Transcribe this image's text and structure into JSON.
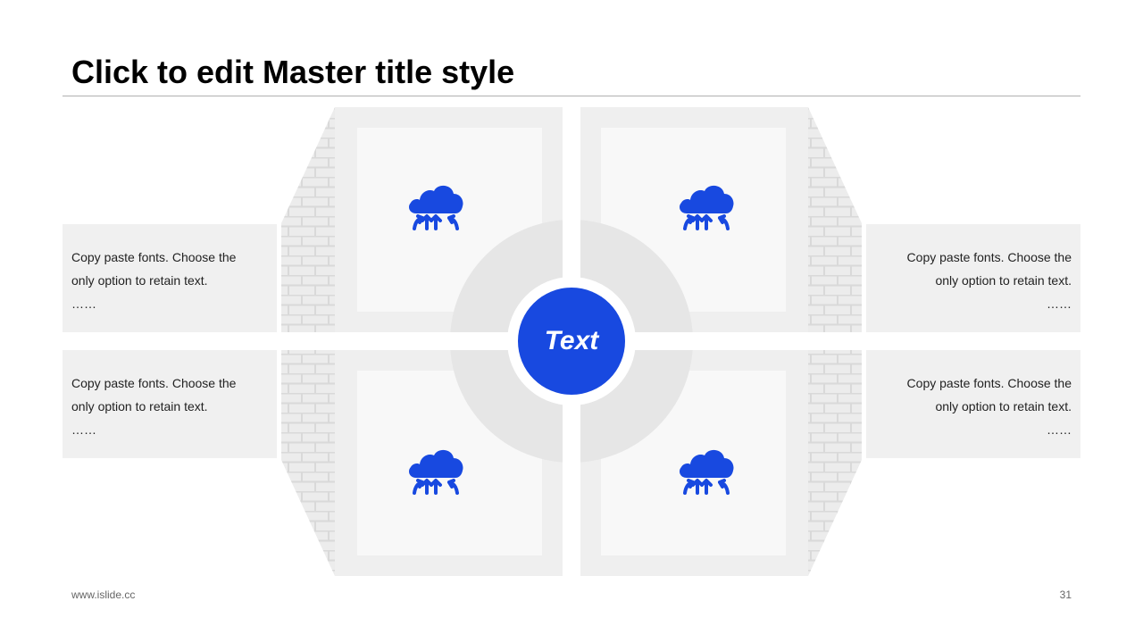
{
  "slide": {
    "title": "Click to edit Master title style",
    "center_label": "Text",
    "footer_url": "www.islide.cc",
    "page_number": "31"
  },
  "colors": {
    "accent": "#1849e0",
    "panel": "#efefef",
    "panel_edge": "#e3e3e3",
    "card": "#f8f8f8"
  },
  "quadrants": [
    {
      "icon": "cloud-upload-icon"
    },
    {
      "icon": "cloud-upload-icon"
    },
    {
      "icon": "cloud-upload-icon"
    },
    {
      "icon": "cloud-upload-icon"
    }
  ],
  "text_boxes": [
    {
      "line1": "Copy paste fonts. Choose the",
      "line2": "only  option to retain text.",
      "line3": "……"
    },
    {
      "line1": "Copy paste fonts. Choose the",
      "line2": "only  option to retain text.",
      "line3": "……"
    },
    {
      "line1": "Copy paste fonts. Choose the",
      "line2": "only  option to retain text.",
      "line3": "……"
    },
    {
      "line1": "Copy paste fonts. Choose the",
      "line2": "only  option to retain text.",
      "line3": "……"
    }
  ]
}
